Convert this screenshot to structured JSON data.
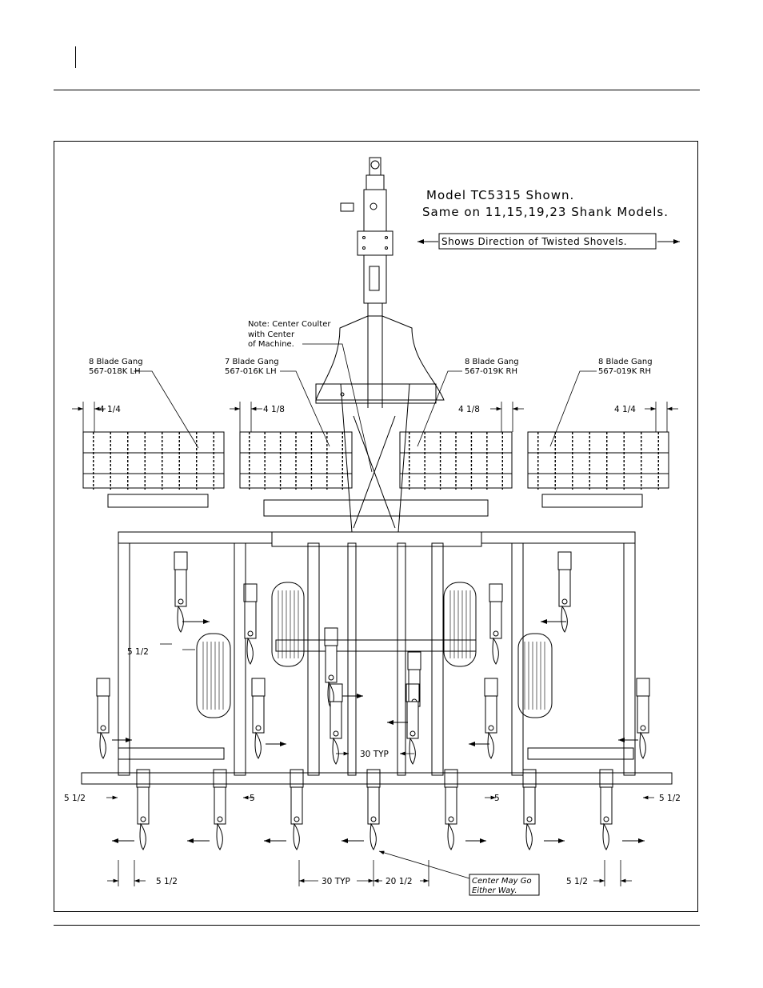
{
  "model_title": "Model TC5315 Shown.",
  "model_subtitle": "Same on 11,15,19,23 Shank Models.",
  "direction_label": "Shows Direction of Twisted Shovels.",
  "note": [
    "Note: Center Coulter",
    "with Center",
    "of Machine."
  ],
  "gangs": [
    {
      "title": "8 Blade Gang",
      "part": "567-018K LH"
    },
    {
      "title": "7 Blade Gang",
      "part": "567-016K LH"
    },
    {
      "title": "8 Blade Gang",
      "part": "567-019K RH"
    },
    {
      "title": "8 Blade Gang",
      "part": "567-019K RH"
    }
  ],
  "dimensions": {
    "gang_spacing_outer_left": "4 1/4",
    "gang_spacing_inner_left": "4 1/8",
    "gang_spacing_inner_right": "4 1/8",
    "gang_spacing_outer_right": "4 1/4",
    "shank_offset_left": "5 1/2",
    "center_spacing": "30 TYP",
    "rear_left": "5 1/2",
    "rear_inner_left": "5",
    "rear_inner_right": "5",
    "rear_right": "5 1/2",
    "bottom_left": "5 1/2",
    "bottom_spacing": "30 TYP",
    "bottom_center": "20 1/2",
    "bottom_right": "5 1/2"
  },
  "center_note": [
    "Center May Go",
    "Either Way."
  ]
}
